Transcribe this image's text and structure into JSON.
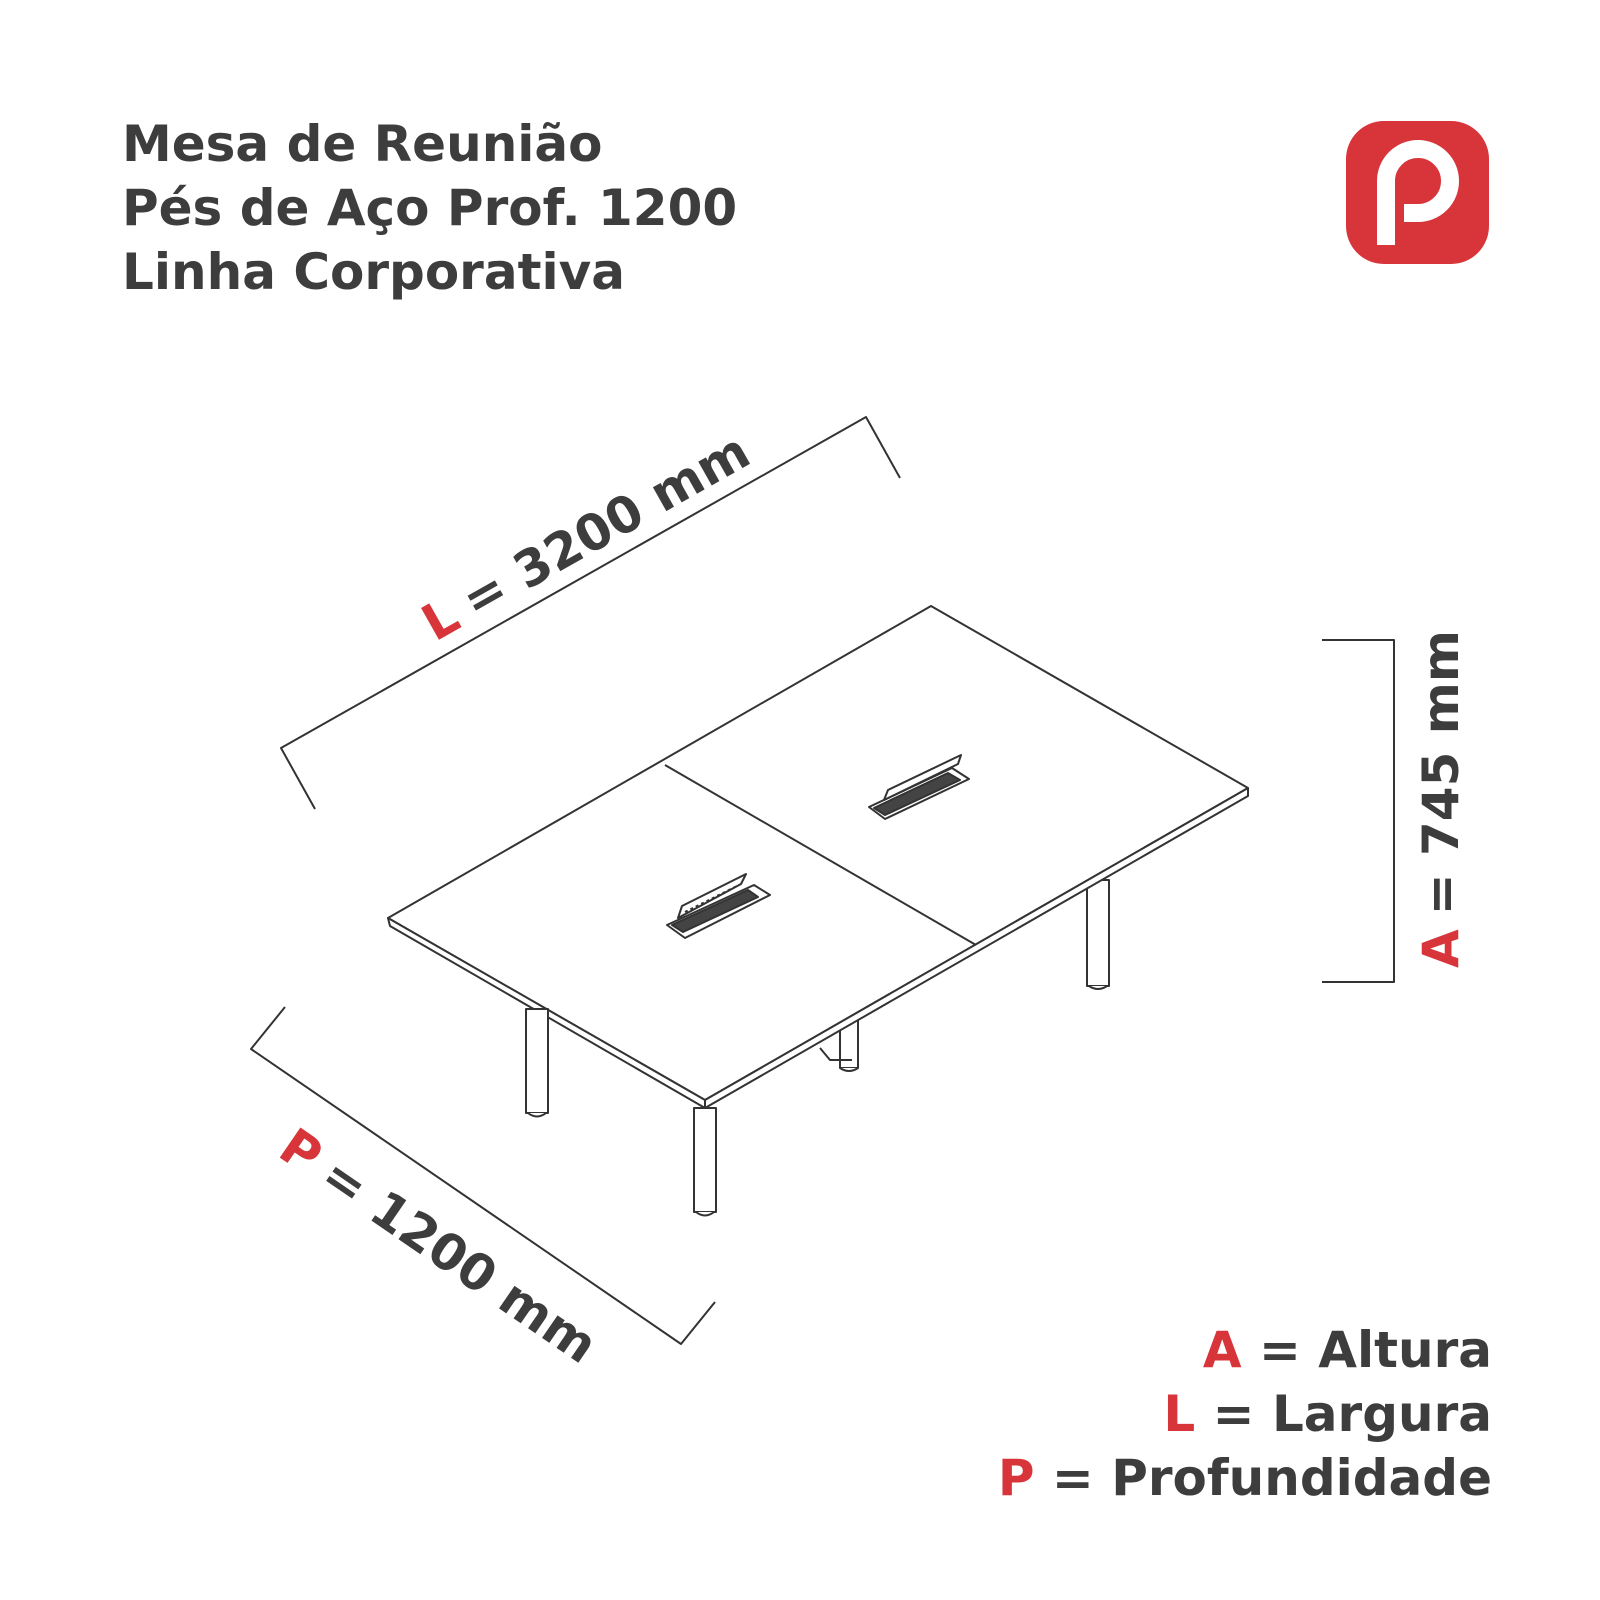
{
  "header": {
    "line1": "Mesa de Reunião",
    "line2": "Pés de Aço Prof. 1200",
    "line3": "Linha Corporativa"
  },
  "logo": {
    "icon": "brand-p-logo",
    "color": "#d8353a"
  },
  "dimensions": {
    "width": {
      "letter": "L",
      "value": "= 3200 mm"
    },
    "depth": {
      "letter": "P",
      "value": "= 1200 mm"
    },
    "height": {
      "letter": "A",
      "value": "= 745 mm"
    }
  },
  "legend": [
    {
      "letter": "A",
      "text": "= Altura"
    },
    {
      "letter": "L",
      "text": "= Largura"
    },
    {
      "letter": "P",
      "text": "= Profundidade"
    }
  ],
  "colors": {
    "accent": "#d8353a",
    "text": "#3d3d3d",
    "line": "#333333"
  }
}
